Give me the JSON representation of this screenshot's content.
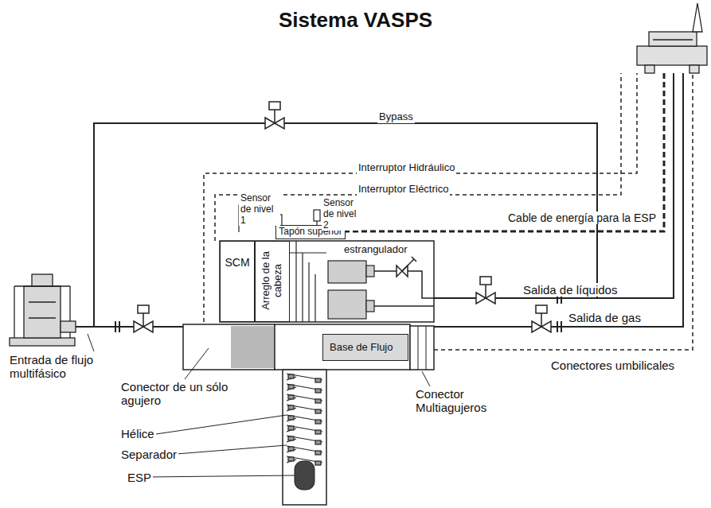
{
  "diagram": {
    "title": "Sistema VASPS",
    "nodes": [
      {
        "text": [
          "Tapón superior"
        ]
      },
      {
        "text": [
          "SCM"
        ]
      },
      {
        "text": [
          "Arreglo de la cabeza"
        ]
      },
      {
        "text": [
          "estrangulador"
        ]
      },
      {
        "text": [
          "Base de Flujo"
        ]
      }
    ],
    "labels": [
      "Bypass",
      "Interruptor Hidráulico",
      "Interruptor Eléctrico",
      "Sensor de nivel 1",
      "Sensor de nivel 2",
      "Cable de energía para la ESP",
      "Salida de líquidos",
      "Salida de gas",
      "Conectores umbilicales",
      "Entrada de flujo multifásico",
      "Conector de un sólo agujero",
      "Hélice",
      "Separador",
      "ESP",
      "Conector Multiagujeros"
    ]
  }
}
